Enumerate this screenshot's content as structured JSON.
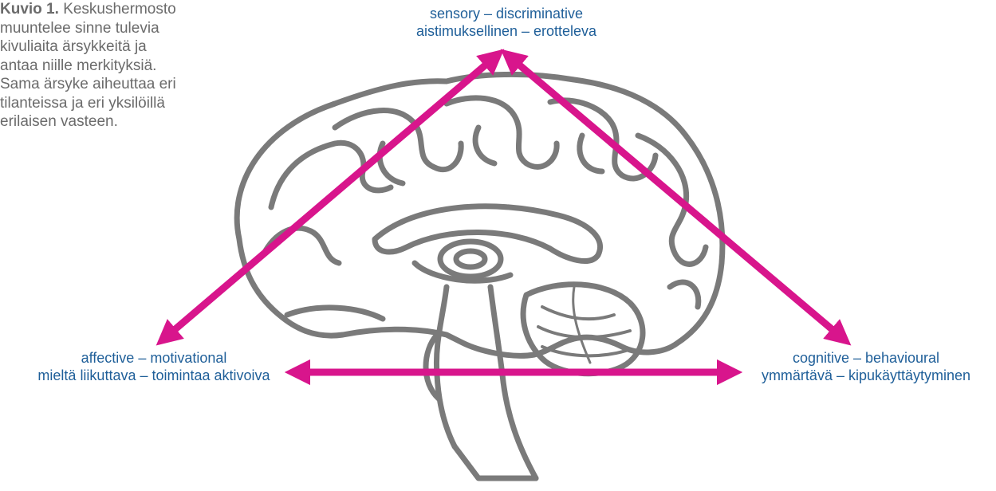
{
  "caption": {
    "label": "Kuvio 1.",
    "lines": [
      "Keskushermosto",
      "muuntelee sinne tulevia",
      "kivuliaita ärsykkeitä ja",
      "antaa niille merkityksiä.",
      "Sama ärsyke aiheuttaa eri",
      "tilanteissa ja eri yksilöillä",
      "erilaisen vasteen."
    ]
  },
  "nodes": {
    "sensory": {
      "line1": "sensory – discriminative",
      "line2": "aistimuksellinen – erotteleva"
    },
    "affective": {
      "line1": "affective – motivational",
      "line2": "mieltä liikuttava – toimintaa aktivoiva"
    },
    "cognitive": {
      "line1": "cognitive – behavioural",
      "line2": "ymmärtävä – kipukäyttäytyminen"
    }
  },
  "colors": {
    "arrow": "#d8158c",
    "brain_outline": "#7a7a7a",
    "label_text": "#1f5f99",
    "caption_text": "#6b6b6b"
  },
  "icons": {
    "brain": "brain-sagittal-icon"
  }
}
